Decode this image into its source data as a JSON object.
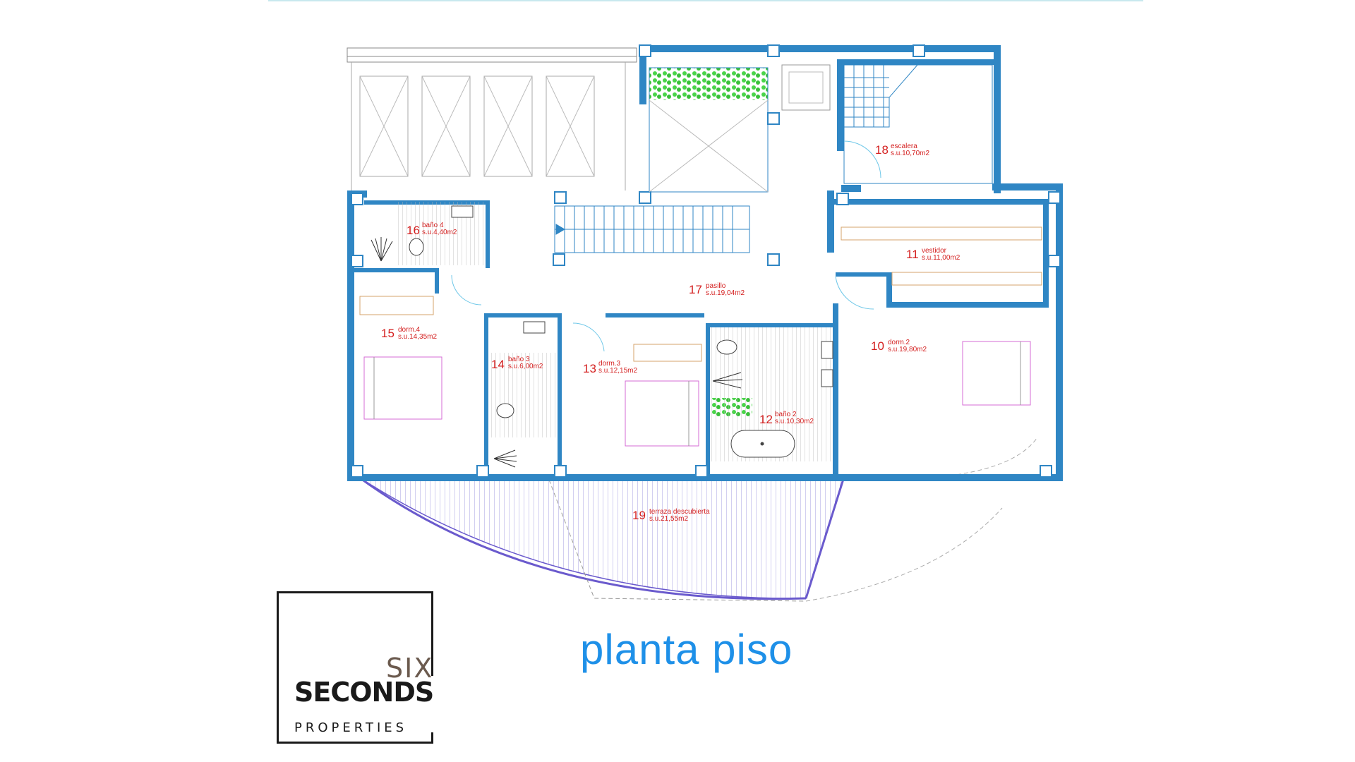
{
  "plan": {
    "title": "planta piso",
    "colors": {
      "wall": "#2f86c4",
      "wall_fill": "#ffffff",
      "label": "#d41f1f",
      "title": "#1e90e8",
      "terrace": "#6a5acd",
      "plants": "#3bcf3b",
      "furniture": "#d56bd5"
    },
    "rooms": [
      {
        "num": "18",
        "name": "escalera",
        "area": "s.u.10,70m2"
      },
      {
        "num": "16",
        "name": "baño 4",
        "area": "s.u.4,40m2"
      },
      {
        "num": "11",
        "name": "vestidor",
        "area": "s.u.11,00m2"
      },
      {
        "num": "17",
        "name": "pasillo",
        "area": "s.u.19,04m2"
      },
      {
        "num": "15",
        "name": "dorm.4",
        "area": "s.u.14,35m2"
      },
      {
        "num": "10",
        "name": "dorm.2",
        "area": "s.u.19,80m2"
      },
      {
        "num": "14",
        "name": "baño 3",
        "area": "s.u.6,00m2"
      },
      {
        "num": "13",
        "name": "dorm.3",
        "area": "s.u.12,15m2"
      },
      {
        "num": "12",
        "name": "baño 2",
        "area": "s.u.10,30m2"
      },
      {
        "num": "19",
        "name": "terraza descubierta",
        "area": "s.u.21,55m2"
      }
    ]
  },
  "logo": {
    "line1": "SIX",
    "line2": "SECONDS",
    "line3": "PROPERTIES"
  }
}
